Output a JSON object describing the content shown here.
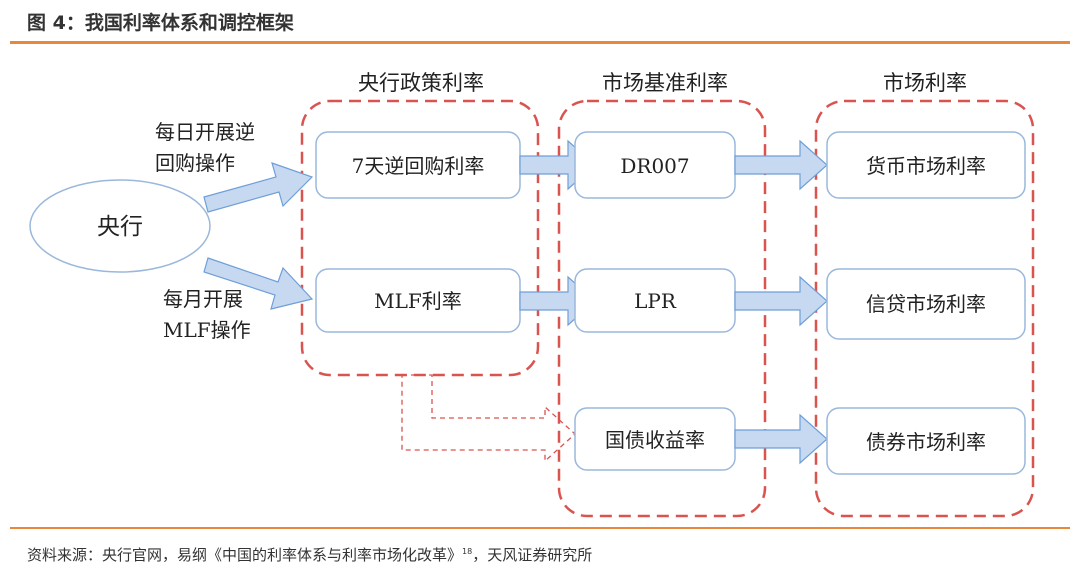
{
  "figure_title": "图 4：我国利率体系和调控框架",
  "source_prefix": "资料来源：央行官网，易纲《中国的利率体系与利率市场化改革》",
  "source_footnote": "18",
  "source_suffix": "，天风证券研究所",
  "central_bank": "央行",
  "operations": {
    "daily_line1": "每日开展逆",
    "daily_line2": "回购操作",
    "monthly_line1": "每月开展",
    "monthly_line2": "MLF操作"
  },
  "columns": {
    "policy": {
      "header": "央行政策利率",
      "items": [
        "7天逆回购利率",
        "MLF利率"
      ]
    },
    "benchmark": {
      "header": "市场基准利率",
      "items": [
        "DR007",
        "LPR",
        "国债收益率"
      ]
    },
    "market": {
      "header": "市场利率",
      "items": [
        "货币市场利率",
        "信贷市场利率",
        "债券市场利率"
      ]
    }
  },
  "colors": {
    "accent_orange": "#e8883a",
    "dashed_red": "#d9534f",
    "box_border": "#9ab8dc",
    "arrow_fill": "#c6d9f1",
    "arrow_stroke": "#6f9fd8"
  }
}
